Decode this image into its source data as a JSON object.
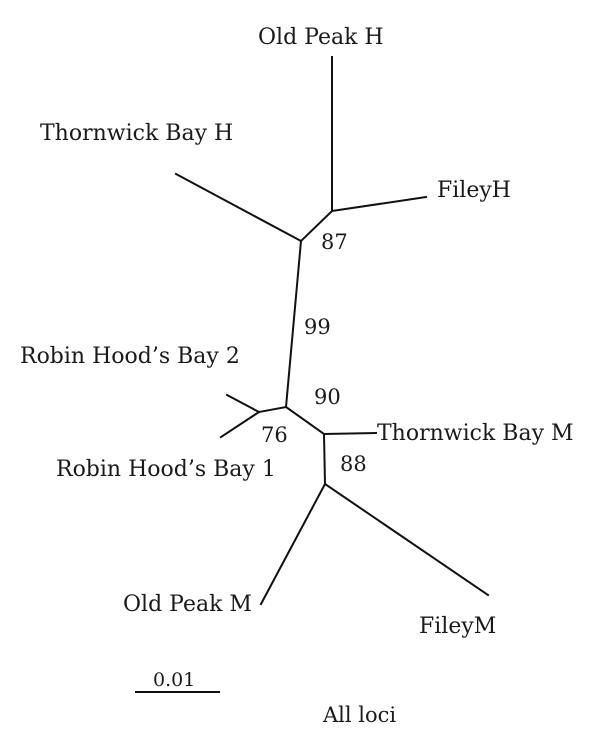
{
  "figure": {
    "caption": "All loci",
    "scale_bar": {
      "label": "0.01",
      "value": 0.01
    }
  },
  "taxa": {
    "old_peak_h": "Old Peak H",
    "thornwick_bay_h": "Thornwick Bay H",
    "filey_h": "FileyH",
    "robin_hoods_bay_2": "Robin Hood’s Bay 2",
    "robin_hoods_bay_1": "Robin Hood’s Bay 1",
    "thornwick_bay_m": "Thornwick Bay M",
    "old_peak_m": "Old Peak M",
    "filey_m": "FileyM"
  },
  "support_values": {
    "node_87": "87",
    "node_99": "99",
    "node_90": "90",
    "node_76": "76",
    "node_88": "88"
  },
  "colors": {
    "branch": "#111111",
    "text": "#1a1a1a",
    "background": "#ffffff"
  }
}
